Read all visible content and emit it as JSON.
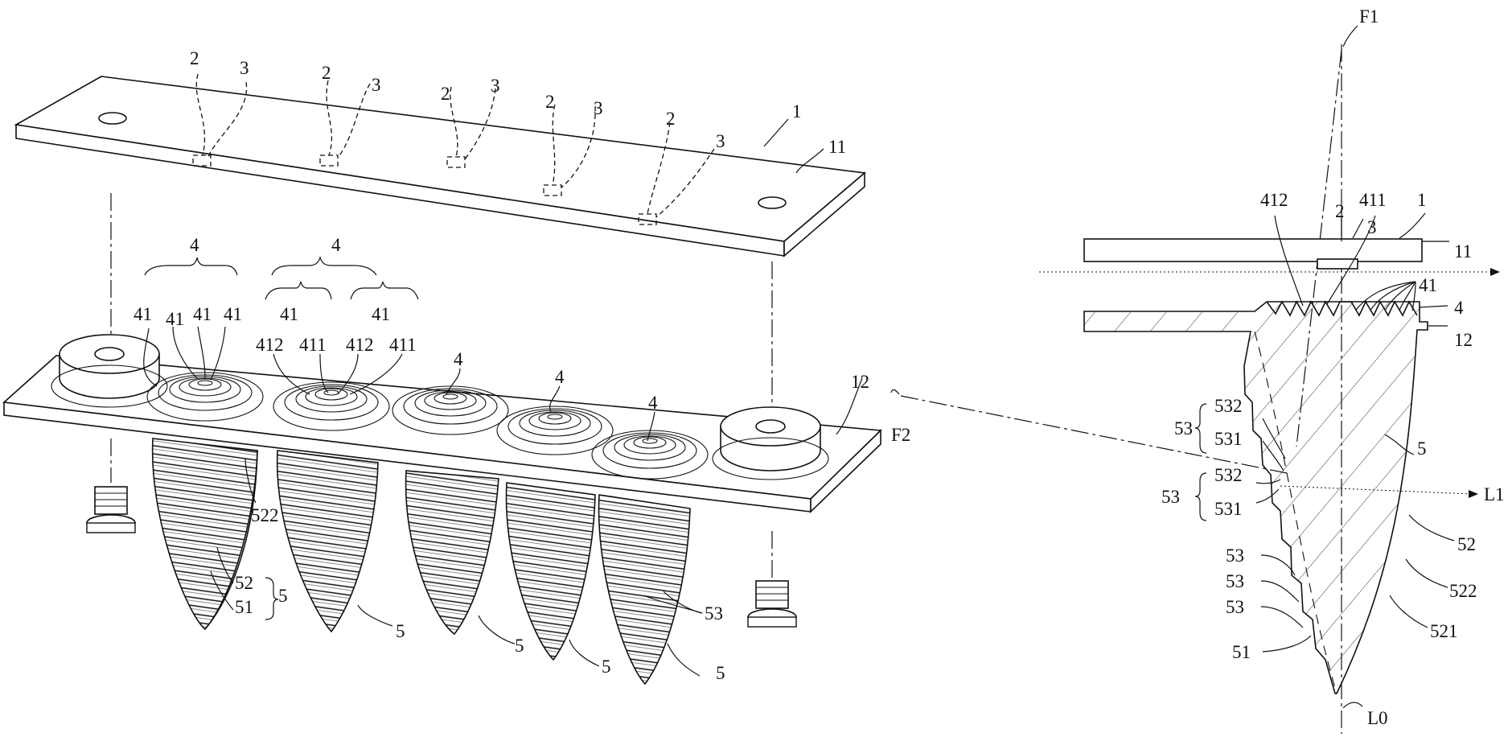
{
  "figure": {
    "labels": {
      "l1": "1",
      "l11": "11",
      "l12": "12",
      "l2": "2",
      "l3": "3",
      "l4": "4",
      "l41": "41",
      "l411": "411",
      "l412": "412",
      "l5": "5",
      "l51": "51",
      "l52": "52",
      "l521": "521",
      "l522": "522",
      "l53": "53",
      "l531": "531",
      "l532": "532",
      "F1": "F1",
      "F2": "F2",
      "L0": "L0",
      "L1": "L1"
    }
  }
}
